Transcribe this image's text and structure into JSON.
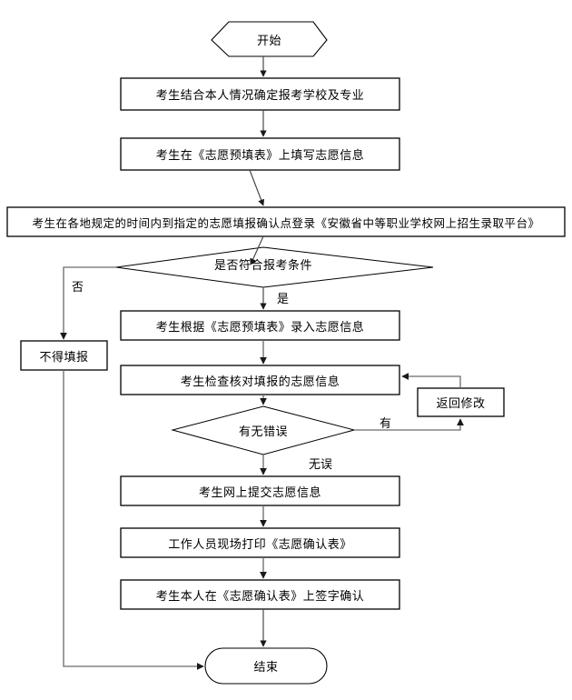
{
  "diagram": {
    "title": "中职招生志愿填报流程图",
    "colors": {
      "stroke": "#000000",
      "connector": "#595959",
      "fill": "#ffffff",
      "text": "#000000"
    },
    "nodes": [
      {
        "id": "start",
        "type": "hexagon",
        "label": "开始"
      },
      {
        "id": "choose",
        "type": "process",
        "label": "考生结合本人情况确定报考学校及专业"
      },
      {
        "id": "preform",
        "type": "process",
        "label": "考生在《志愿预填表》上填写志愿信息"
      },
      {
        "id": "login",
        "type": "process",
        "label": "考生在各地规定的时间内到指定的志愿填报确认点登录《安徽省中等职业学校网上招生录取平台》"
      },
      {
        "id": "qualify",
        "type": "decision",
        "label": "是否符合报考条件"
      },
      {
        "id": "reject",
        "type": "process",
        "label": "不得填报"
      },
      {
        "id": "enter",
        "type": "process",
        "label": "考生根据《志愿预填表》录入志愿信息"
      },
      {
        "id": "check",
        "type": "process",
        "label": "考生检查核对填报的志愿信息"
      },
      {
        "id": "error",
        "type": "decision",
        "label": "有无错误"
      },
      {
        "id": "modify",
        "type": "process",
        "label": "返回修改"
      },
      {
        "id": "submit",
        "type": "process",
        "label": "考生网上提交志愿信息"
      },
      {
        "id": "print",
        "type": "process",
        "label": "工作人员现场打印《志愿确认表》"
      },
      {
        "id": "sign",
        "type": "process",
        "label": "考生本人在《志愿确认表》上签字确认"
      },
      {
        "id": "end",
        "type": "terminator",
        "label": "结束"
      }
    ],
    "edge_labels": [
      {
        "id": "no",
        "label": "否",
        "from": "qualify",
        "to": "reject"
      },
      {
        "id": "yes",
        "label": "是",
        "from": "qualify",
        "to": "enter"
      },
      {
        "id": "has-error",
        "label": "有",
        "from": "error",
        "to": "modify"
      },
      {
        "id": "no-error",
        "label": "无误",
        "from": "error",
        "to": "submit"
      }
    ]
  }
}
